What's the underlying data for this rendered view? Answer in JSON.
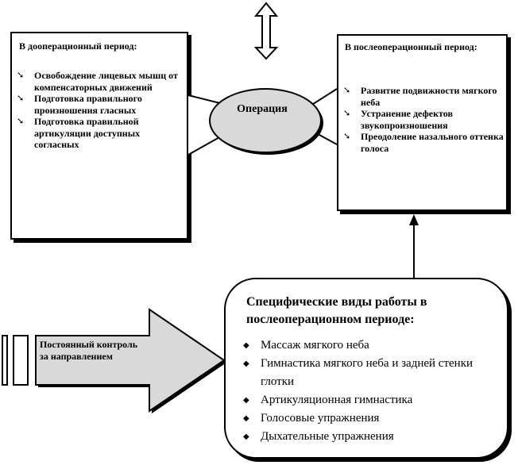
{
  "left_box": {
    "heading": "В дооперационный период:",
    "items": [
      "Освобождение лицевых мышц от компенсаторных движений",
      "Подготовка правильного произношения гласных",
      "Подготовка правильной артикуляции доступных согласных"
    ]
  },
  "center": {
    "label": "Операция"
  },
  "right_box": {
    "heading": "В послеоперационный период:",
    "items": [
      "Развитие подвижности мягкого неба",
      "Устранение дефектов звукопроизношения",
      "Преодоление назального оттенка голоса"
    ]
  },
  "arrow": {
    "label": "Постоянный контроль за направлением"
  },
  "bottom_box": {
    "title": "Специфические виды работы в послеоперационном периоде:",
    "items": [
      "Массаж мягкого неба",
      "Гимнастика мягкого неба и задней стенки глотки",
      "Артикуляционная гимнастика",
      "Голосовые упражнения",
      "Дыхательные упражнения"
    ]
  },
  "colors": {
    "ellipse_fill": "#d9d9d9",
    "arrow_fill": "#d9d9d9",
    "outline": "#000000"
  },
  "markers": {
    "left_right_lists": "arrow-down-right-icon",
    "bottom_list": "diamond-icon"
  }
}
